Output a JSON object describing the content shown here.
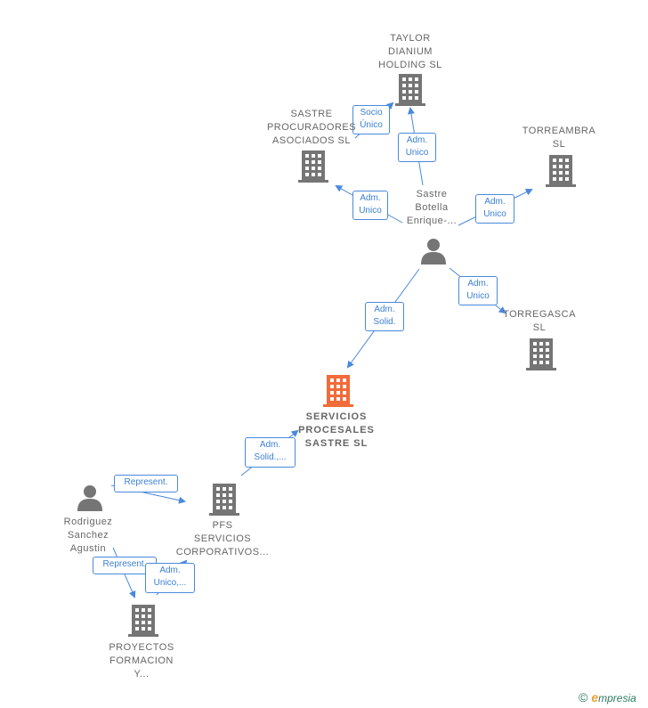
{
  "colors": {
    "company": "#757575",
    "main_company": "#f26b3a",
    "person": "#757575",
    "edge": "#4a89dc"
  },
  "nodes": [
    {
      "id": "taylor",
      "type": "company",
      "label": "TAYLOR\nDIANIUM\nHOLDING  SL"
    },
    {
      "id": "sastre_proc",
      "type": "company",
      "label": "SASTRE\nPROCURADORES\nASOCIADOS SL"
    },
    {
      "id": "torreambra",
      "type": "company",
      "label": "TORREAMBRA\nSL"
    },
    {
      "id": "sastre_person",
      "type": "person",
      "label": "Sastre\nBotella\nEnrique-..."
    },
    {
      "id": "torregasca",
      "type": "company",
      "label": "TORREGASCA\nSL"
    },
    {
      "id": "servicios",
      "type": "main_company",
      "label": "SERVICIOS\nPROCESALES\nSASTRE  SL"
    },
    {
      "id": "rodriguez",
      "type": "person",
      "label": "Rodriguez\nSanchez\nAgustin"
    },
    {
      "id": "pfs",
      "type": "company",
      "label": "PFS\nSERVICIOS\nCORPORATIVOS..."
    },
    {
      "id": "proyectos",
      "type": "company",
      "label": "PROYECTOS\nFORMACION\nY..."
    }
  ],
  "edges": [
    {
      "id": "e1",
      "from": "sastre_person",
      "to": "taylor",
      "label": "Adm.\nUnico"
    },
    {
      "id": "e2",
      "from": "sastre_person",
      "to": "sastre_proc",
      "label": "Adm.\nUnico"
    },
    {
      "id": "e3",
      "from": "sastre_person",
      "to": "torreambra",
      "label": "Adm.\nUnico"
    },
    {
      "id": "e4",
      "from": "sastre_person",
      "to": "torregasca",
      "label": "Adm.\nUnico"
    },
    {
      "id": "e5",
      "from": "sastre_person",
      "to": "servicios",
      "label": "Adm.\nSolid."
    },
    {
      "id": "e6",
      "from": "pfs",
      "to": "servicios",
      "label": "Adm.\nSolid.,..."
    },
    {
      "id": "e7",
      "from": "rodriguez",
      "to": "pfs",
      "label": "Represent."
    },
    {
      "id": "e8",
      "from": "rodriguez",
      "to": "proyectos",
      "label": "Represent."
    },
    {
      "id": "e9",
      "from": "pfs",
      "to": "proyectos",
      "label": "Adm.\nUnico,..."
    },
    {
      "id": "e10",
      "from": "sastre_proc",
      "to": "taylor",
      "label": "Socio\nÚnico"
    }
  ],
  "footer": {
    "copyright_symbol": "©",
    "brand_initial": "e",
    "brand_rest": "mpresia"
  }
}
